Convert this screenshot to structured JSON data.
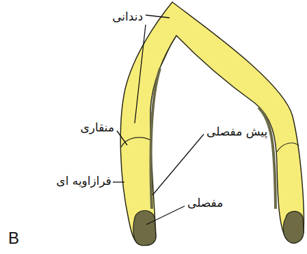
{
  "diagram": {
    "labels": [
      "دندانی",
      "منقاری",
      "فرازاویه ای",
      "پیش مفصلی",
      "مفصلی",
      "B"
    ]
  }
}
